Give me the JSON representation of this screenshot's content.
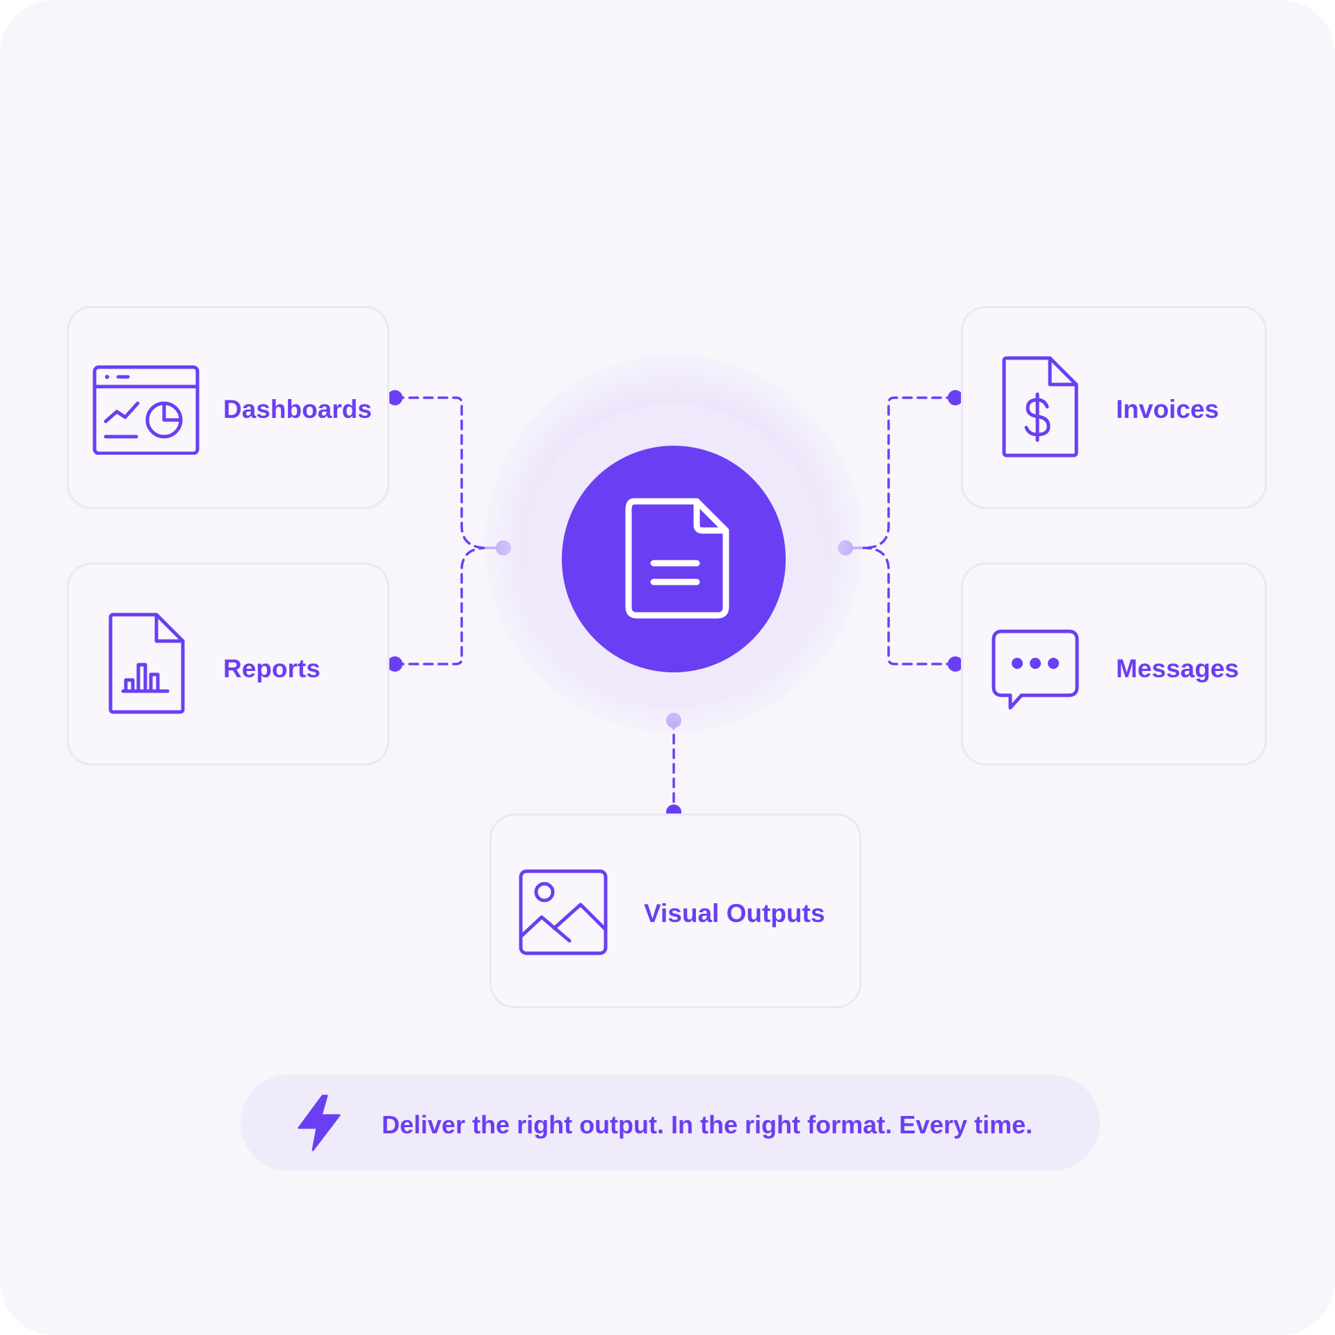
{
  "hub": {
    "icon": "document-icon"
  },
  "outputs": [
    {
      "key": "dashboards",
      "label": "Dashboards",
      "icon": "dashboard-icon"
    },
    {
      "key": "reports",
      "label": "Reports",
      "icon": "report-chart-icon"
    },
    {
      "key": "invoices",
      "label": "Invoices",
      "icon": "invoice-dollar-icon"
    },
    {
      "key": "messages",
      "label": "Messages",
      "icon": "chat-bubble-icon"
    },
    {
      "key": "visual",
      "label": "Visual Outputs",
      "icon": "image-icon"
    }
  ],
  "banner": {
    "icon": "lightning-bolt-icon",
    "text": "Deliver the right output. In the right format. Every time."
  },
  "colors": {
    "accent": "#6a3ef2",
    "background": "#f8f5fb",
    "card_border": "#ece6f8",
    "halo": "#efe9fb",
    "banner": "#f0ebfa"
  }
}
